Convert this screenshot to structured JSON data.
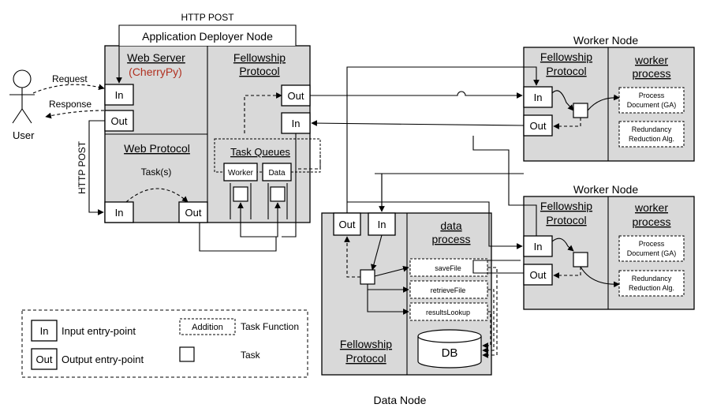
{
  "user": {
    "label": "User",
    "request": "Request",
    "response": "Response",
    "http_post_top": "HTTP POST",
    "http_post_side": "HTTP POST"
  },
  "app_node": {
    "title": "Application Deployer Node",
    "web_server": "Web Server",
    "cherrypy": "(CherryPy)",
    "fellowship_1": "Fellowship",
    "fellowship_2": "Protocol",
    "web_protocol": "Web Protocol",
    "tasks": "Task(s)",
    "task_queues": "Task Queues",
    "queue_worker": "Worker",
    "queue_data": "Data",
    "in": "In",
    "out": "Out"
  },
  "worker_nodes": [
    {
      "title": "Worker Node",
      "fellowship_1": "Fellowship",
      "fellowship_2": "Protocol",
      "process_1": "worker",
      "process_2": "process",
      "fn1_a": "Process",
      "fn1_b": "Document (GA)",
      "fn2_a": "Redundancy",
      "fn2_b": "Reduction Alg.",
      "in": "In",
      "out": "Out"
    },
    {
      "title": "Worker Node",
      "fellowship_1": "Fellowship",
      "fellowship_2": "Protocol",
      "process_1": "worker",
      "process_2": "process",
      "fn1_a": "Process",
      "fn1_b": "Document (GA)",
      "fn2_a": "Redundancy",
      "fn2_b": "Reduction Alg.",
      "in": "In",
      "out": "Out"
    }
  ],
  "data_node": {
    "title": "Data Node",
    "process_1": "data",
    "process_2": "process",
    "fellowship_1": "Fellowship",
    "fellowship_2": "Protocol",
    "fn_save": "saveFile",
    "fn_retrieve": "retrieveFile",
    "fn_lookup": "resultsLookup",
    "db": "DB",
    "in": "In",
    "out": "Out"
  },
  "legend": {
    "in_symbol": "In",
    "in_label": "Input entry-point",
    "out_symbol": "Out",
    "out_label": "Output entry-point",
    "addition": "Addition",
    "task_function": "Task Function",
    "task": "Task"
  }
}
